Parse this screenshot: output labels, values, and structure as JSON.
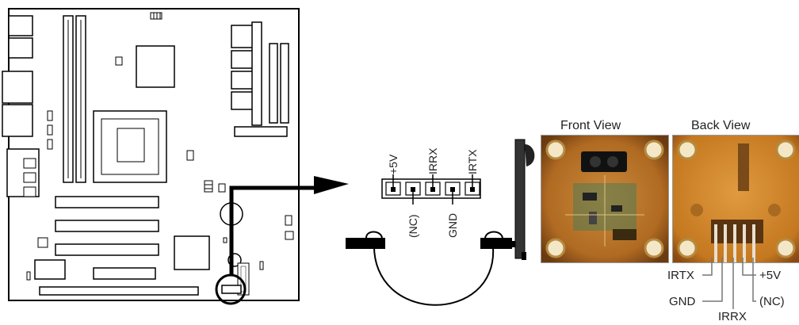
{
  "header_pins": {
    "top_labels": [
      "+5V",
      "IRRX",
      "IRTX"
    ],
    "bottom_labels": [
      "(NC)",
      "GND"
    ]
  },
  "front_view": {
    "title": "Front View"
  },
  "back_view": {
    "title": "Back View",
    "pin_labels": {
      "left_top": "IRTX",
      "left_bottom": "GND",
      "right_top": "+5V",
      "right_bottom": "(NC)",
      "bottom_center": "IRRX"
    }
  },
  "colors": {
    "line": "#000000",
    "module_orange": "#d98a2a",
    "module_dark": "#8a4a12",
    "bracket": "#333333"
  }
}
